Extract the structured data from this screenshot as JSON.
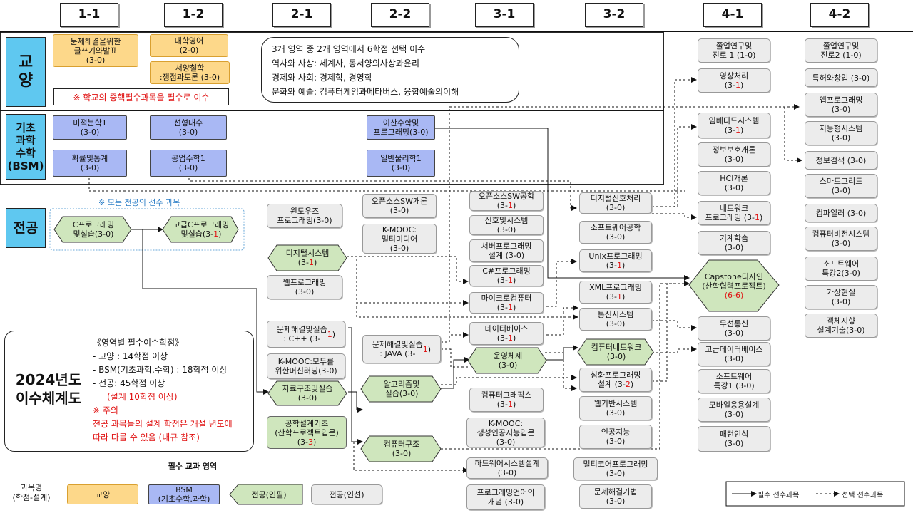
{
  "semesters": [
    "1-1",
    "1-2",
    "2-1",
    "2-2",
    "3-1",
    "3-2",
    "4-1",
    "4-2"
  ],
  "categories": {
    "liberal": "교\n양",
    "bsm": "기초\n과학\n수학\n(BSM)",
    "major": "전공"
  },
  "liberal": {
    "writing": "문제해결을위한\n글쓰기와발표\n(3-0)",
    "english": "대학영어\n(2-0)",
    "philosophy": "서양철학\n:쟁점과토론 (3-0)",
    "notice": "※ 학교의 중핵필수과목을 필수로 이수",
    "elective_box": [
      "3개 영역 중 2개 영역에서 6학점 선택 이수",
      "역사와 사상: 세계사, 동서양의사상과윤리",
      "경제와 사회: 경제학, 경영학",
      "문화와 예술: 컴퓨터게임과메타버스, 융합예술의이해"
    ]
  },
  "bsm": {
    "calculus": "미적분학1\n(3-0)",
    "linear": "선형대수\n(3-0)",
    "discrete": "이산수학및\n프로그래밍(3-0)",
    "prob": "확률및통계\n(3-0)",
    "engmath": "공업수학1\n(3-0)",
    "physics": "일반물리학1\n(3-0)"
  },
  "major": {
    "prereq_note": "※ 모든 전공의 선수 과목",
    "c_prog": "C프로그래밍\n및실습(3-0)",
    "adv_c_name": "고급C프로그래밍",
    "adv_c_sub": "및실습(3-",
    "adv_c_red": "1",
    "windows": "윈도우즈\n프로그래밍(3-0)",
    "digital_sys_name": "디지털시스템",
    "digital_sys_pre": "(3-",
    "digital_sys_red": "1",
    "web": "웹프로그래밍\n(3-0)",
    "cpp_name": "문제해결및실습\n: C++ (3-",
    "cpp_red": "1",
    "kmooc_ml": "K-MOOC:모두를\n위한머신러닝(3-0)",
    "datastruct": "자료구조및실습\n(3-0)",
    "design_name": "공학설계기초\n(산학프로젝트입문)",
    "design_pre": "(3-",
    "design_red": "3",
    "oss": "오픈소스SW개론\n(3-0)",
    "kmooc_mm": "K-MOOC:\n멀티미디어\n(3-0)",
    "java_name": "문제해결및실습\n: JAVA (3-",
    "java_red": "1",
    "algorithm": "알고리즘및\n실습(3-0)",
    "comp_arch": "컴퓨터구조\n(3-0)",
    "oss_eng_name": "오픈소스SW공학",
    "oss_eng_pre": "(3-",
    "oss_eng_red": "1",
    "signals": "신호및시스템\n(3-0)",
    "server_prog": "서버프로그래밍\n설계 (3-0)",
    "csharp_name": "C#프로그래밍",
    "csharp_pre": "(3-",
    "csharp_red": "1",
    "micro_name": "마이크로컴퓨터",
    "micro_pre": "(3-",
    "micro_red": "1",
    "database_name": "데이터베이스",
    "database_pre": "(3-",
    "database_red": "1",
    "os": "운영체제\n(3-0)",
    "graphics_name": "컴퓨터그래픽스",
    "graphics_pre": "(3-",
    "graphics_red": "1",
    "kmooc_ai": "K-MOOC:\n생성인공지능입문\n(3-0)",
    "hw_design": "하드웨어시스템설계\n(3-0)",
    "pl_concept": "프로그래밍언어의\n개념 (3-0)",
    "dsp": "디지털신호처리\n(3-0)",
    "sw_eng": "소프트웨어공학\n(3-0)",
    "unix_name": "Unix프로그래밍",
    "unix_pre": "(3-",
    "unix_red": "1",
    "xml_name": "XML프로그래밍",
    "xml_pre": "(3-",
    "xml_red": "1",
    "comm": "통신시스템\n(3-0)",
    "network": "컴퓨터네트워크\n(3-0)",
    "adv_prog_name": "심화프로그래밍",
    "adv_prog_pre": "설계 (3-",
    "adv_prog_red": "2",
    "web_sys": "웹기반시스템\n(3-0)",
    "ai": "인공지능\n(3-0)",
    "multicore": "멀티코어프로그래밍\n(3-0)",
    "ps_tech": "문제해결기법\n(3-0)",
    "grad1": "졸업연구및\n진로 1 (1-0)",
    "image_name": "영상처리",
    "image_pre": "(3-",
    "image_red": "1",
    "embedded_name": "임베디드시스템",
    "embedded_pre": "(3-",
    "embedded_red": "1",
    "infosec": "정보보호개론\n(3-0)",
    "hci": "HCI개론\n(3-0)",
    "netprog_name": "네트워크",
    "netprog_pre": "프로그래밍 (3-",
    "netprog_red": "1",
    "ml": "기계학습\n(3-0)",
    "capstone_name": "Capstone디자인\n(산학협력프로젝트)",
    "capstone_red": "(6-6)",
    "wireless": "무선통신\n(3-0)",
    "adv_db": "고급데이터베이스\n(3-0)",
    "sw_topics1": "소프트웨어\n특강1 (3-0)",
    "mobile": "모바일응용설계\n(3-0)",
    "pattern": "패턴인식\n(3-0)",
    "grad2": "졸업연구및\n진로2 (1-0)",
    "patent": "특허와창업 (3-0)",
    "app_prog": "앱프로그래밍\n(3-0)",
    "intel_sys": "지능형시스템\n(3-0)",
    "ir": "정보검색 (3-0)",
    "smartgrid": "스마트그리드\n(3-0)",
    "compiler": "컴파일러 (3-0)",
    "vision": "컴퓨터비전시스템\n(3-0)",
    "sw_topics2": "소프트웨어\n특강2(3-0)",
    "vr": "가상현실\n(3-0)",
    "oo_design": "객체지향\n설계기술(3-0)"
  },
  "summary": {
    "title": "2024년도\n이수체계도",
    "heading": "《영역별 필수이수학점》",
    "line1": "- 교양 : 14학점 이상",
    "line2": "- BSM(기초과학,수학) : 18학점 이상",
    "line3": "- 전공: 45학점 이상",
    "line4": "(설계 10학점 이상)",
    "note_head": "※ 주의",
    "note_body": "전공 과목들의 설계 학점은 개설 년도에\n따라 다를 수 있음 (내규 참조)"
  },
  "legend": {
    "course_label": "과목명\n(학점-설계)",
    "required_area": "필수 교과 영역",
    "liberal": "교양",
    "bsm": "BSM\n(기초수학.과학)",
    "major_req": "전공(인필)",
    "major_elec": "전공(인선)",
    "solid": "필수 선수과목",
    "dashed": "선택 선수과목"
  },
  "colors": {
    "category": "#5fc8f0",
    "liberal": "#fdd88a",
    "bsm": "#a9b8f4",
    "major_required": "#cfe6bd",
    "major_elective": "#ececec",
    "design_credit": "#e01010"
  }
}
